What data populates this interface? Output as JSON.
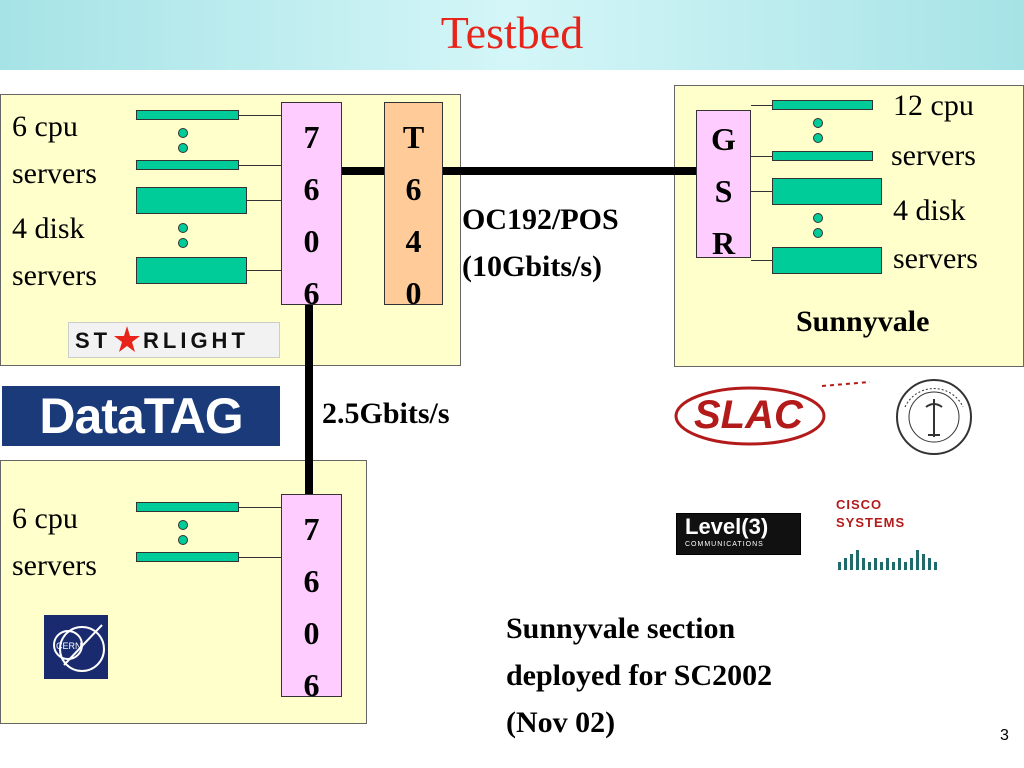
{
  "title": "Testbed",
  "starlight_site": {
    "cpu_label_1": "6 cpu",
    "cpu_label_2": "servers",
    "disk_label_1": "4 disk",
    "disk_label_2": "servers",
    "logo": "ST RLIGHT"
  },
  "router_7606_top": [
    "7",
    "6",
    "0",
    "6"
  ],
  "router_t640": [
    "T",
    "6",
    "4",
    "0"
  ],
  "router_gsr": [
    "G",
    "S",
    "R"
  ],
  "router_7606_bottom": [
    "7",
    "6",
    "0",
    "6"
  ],
  "link_oc192": {
    "line1": "OC192/POS",
    "line2": "(10Gbits/s)"
  },
  "link_25": "2.5Gbits/s",
  "sunnyvale_site": {
    "cpu_label_1": "12 cpu",
    "cpu_label_2": "servers",
    "disk_label_1": "4 disk",
    "disk_label_2": "servers",
    "site_name": "Sunnyvale"
  },
  "cern_site": {
    "cpu_label_1": "6 cpu",
    "cpu_label_2": "servers",
    "logo": "CERN"
  },
  "logos": {
    "datatag": "DataTAG",
    "slac": "SLAC",
    "level3": "Level(3)",
    "level3_sub": "COMMUNICATIONS",
    "cisco": "CISCO SYSTEMS"
  },
  "note": {
    "line1": "Sunnyvale section",
    "line2": "deployed for SC2002",
    "line3": "(Nov 02)"
  },
  "page_number": "3",
  "colors": {
    "title": "#e8241a",
    "site_bg": "#ffffcc",
    "server_bar": "#00cc99",
    "router_pink": "#ffccff",
    "router_orange": "#ffcc99"
  }
}
